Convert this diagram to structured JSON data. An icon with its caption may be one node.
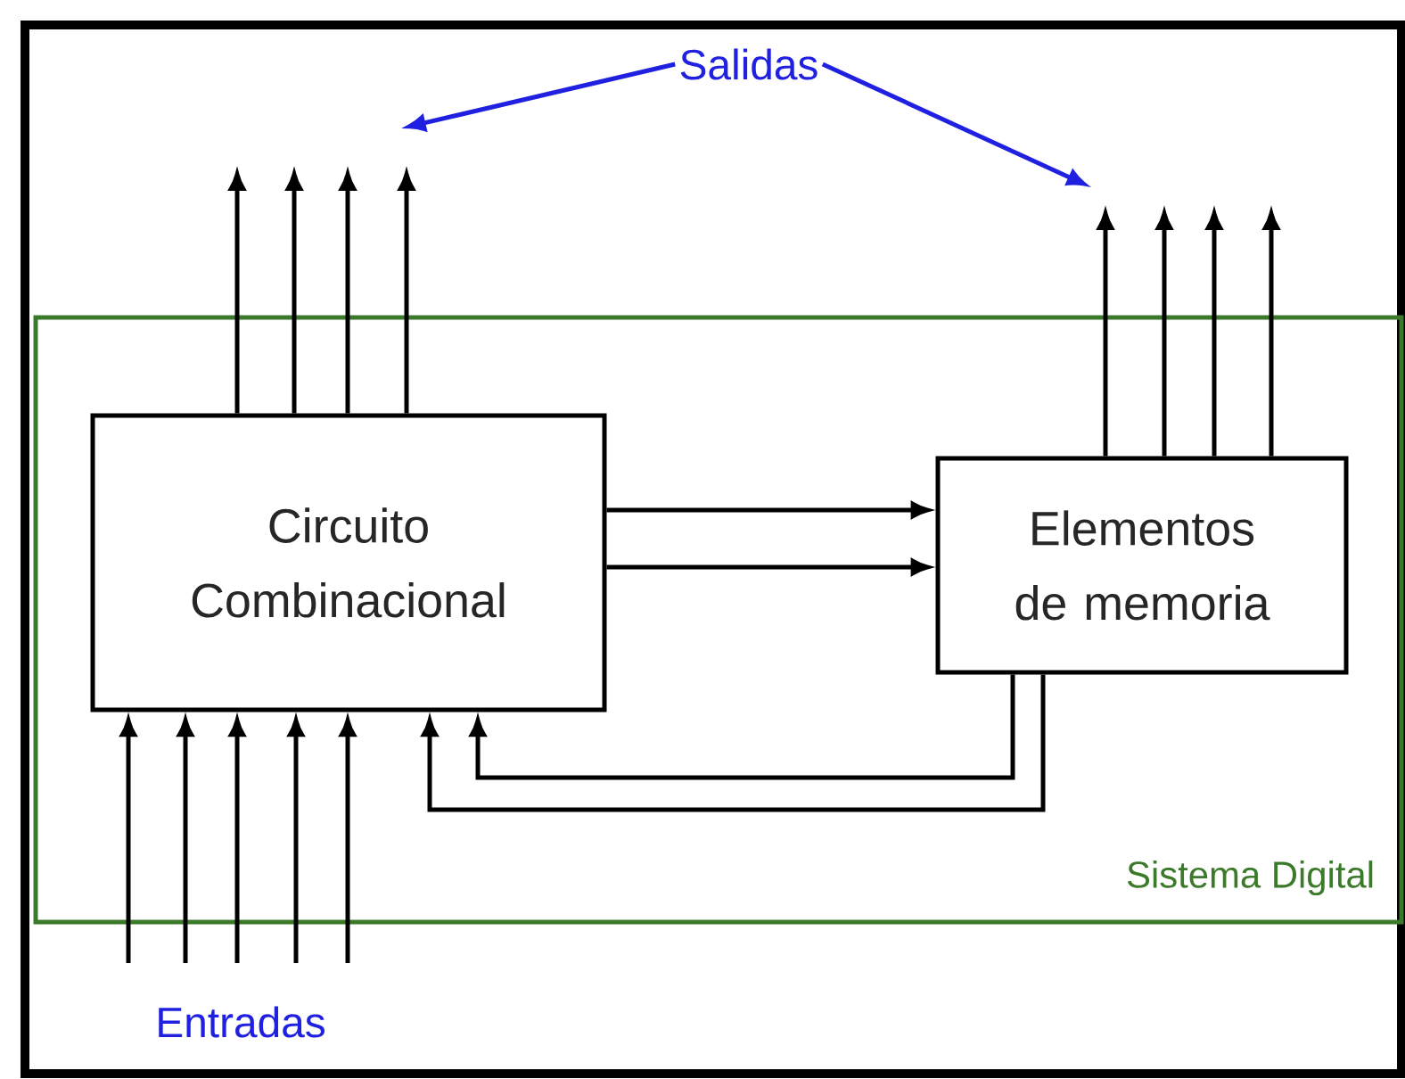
{
  "diagram": {
    "nodes": [
      {
        "text": [
          "Sistema Digital"
        ]
      },
      {
        "text": [
          "Circuito Combinacional"
        ],
        "in": 0
      },
      {
        "text": [
          "Elementos de memoria"
        ],
        "in": 0
      },
      {
        "text": [
          "Salidas"
        ]
      },
      {
        "text": [
          "Entradas"
        ]
      }
    ],
    "edges": [
      {
        "from": 1,
        "to": null,
        "arrow": "to"
      },
      {
        "from": 1,
        "to": null,
        "arrow": "to"
      },
      {
        "from": 1,
        "to": null,
        "arrow": "to"
      },
      {
        "from": 1,
        "to": null,
        "arrow": "to"
      },
      {
        "from": 2,
        "to": null,
        "arrow": "to"
      },
      {
        "from": 2,
        "to": null,
        "arrow": "to"
      },
      {
        "from": 2,
        "to": null,
        "arrow": "to"
      },
      {
        "from": 2,
        "to": null,
        "arrow": "to"
      },
      {
        "from": null,
        "to": 1,
        "arrow": "to"
      },
      {
        "from": null,
        "to": 1,
        "arrow": "to"
      },
      {
        "from": null,
        "to": 1,
        "arrow": "to"
      },
      {
        "from": null,
        "to": 1,
        "arrow": "to"
      },
      {
        "from": null,
        "to": 1,
        "arrow": "to"
      },
      {
        "from": 1,
        "to": 2,
        "arrow": "to"
      },
      {
        "from": 1,
        "to": 2,
        "arrow": "to"
      },
      {
        "from": 2,
        "to": 1,
        "arrow": "to"
      },
      {
        "from": 2,
        "to": 1,
        "arrow": "to"
      },
      {
        "from": 3,
        "to": null,
        "arrow": "to",
        "color": "#2020e0"
      },
      {
        "from": 3,
        "to": null,
        "arrow": "to",
        "color": "#2020e0"
      }
    ]
  }
}
